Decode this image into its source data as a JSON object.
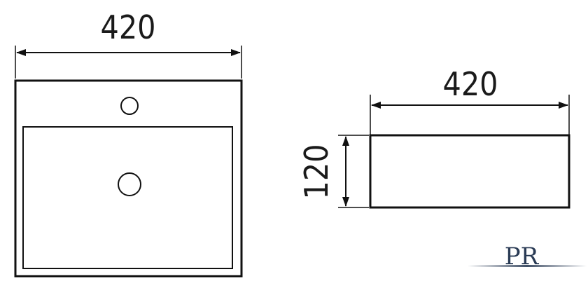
{
  "top_view": {
    "width_label": "420"
  },
  "side_view": {
    "width_label": "420",
    "height_label": "120"
  },
  "logo": {
    "text": "PR",
    "color": "#2a3b55"
  }
}
